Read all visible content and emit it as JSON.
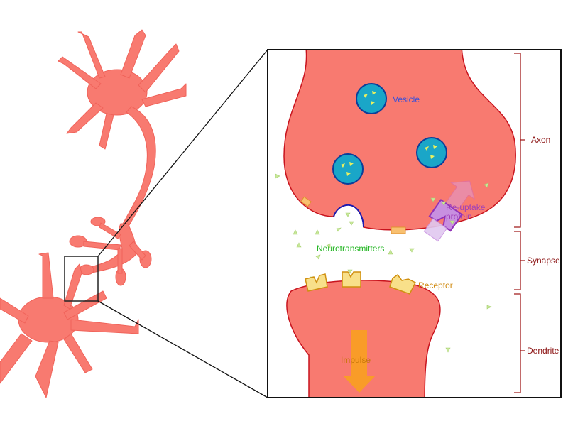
{
  "labels": {
    "vesicle": "Vesicle",
    "reuptake_line1": "Re-uptake",
    "reuptake_line2": "protein",
    "neurotransmitters": "Neurotransmitters",
    "receptor": "Receptor",
    "impulse": "Impulse",
    "axon": "Axon",
    "synapse": "Synapse",
    "dendrite": "Dendrite"
  },
  "colors": {
    "cell": "#f87a70",
    "cell_edge": "#c8141e",
    "vesicle": "#1aa6c8",
    "neurotransmitter": "#c8e89a",
    "receptor": "#f8e08a",
    "reuptake": "#c890e0",
    "label_blue": "#3b4fd8",
    "label_green": "#22b622",
    "label_orange": "#d08a10",
    "label_purple": "#a040b8",
    "label_red": "#8a1010",
    "impulse": "#f8a020"
  }
}
